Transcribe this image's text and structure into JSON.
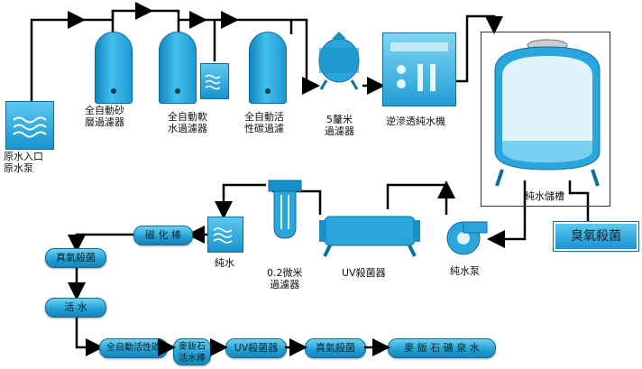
{
  "labels": {
    "raw_water": "原水入口\n原水泵",
    "sand_filter": "全自動砂\n層過濾器",
    "softener": "全自動軟\n水過濾器",
    "carbon_filter": "全自動活\n性碳過濾",
    "micron_5": "5釐米\n過濾器",
    "ro": "逆滲透純水機",
    "storage": "純水儲槽",
    "ozone": "臭氧殺菌",
    "pump": "純水泵",
    "uv1": "UV殺菌器",
    "micron_02": "0.2微米\n過濾器",
    "pure_water": "純水",
    "magnet": "磁 化 棒",
    "ozone2": "真氣殺菌",
    "active_water": "活 水",
    "activated_carbon": "全自動活性碳",
    "maifan_rod": "麥飯石\n活水棒",
    "uv2": "UV殺菌器",
    "ozone3": "真氣殺菌",
    "final_product": "麥 飯 石 礦 泉 水"
  },
  "colors": {
    "accent": "#1f9fd4",
    "line": "#000000"
  }
}
